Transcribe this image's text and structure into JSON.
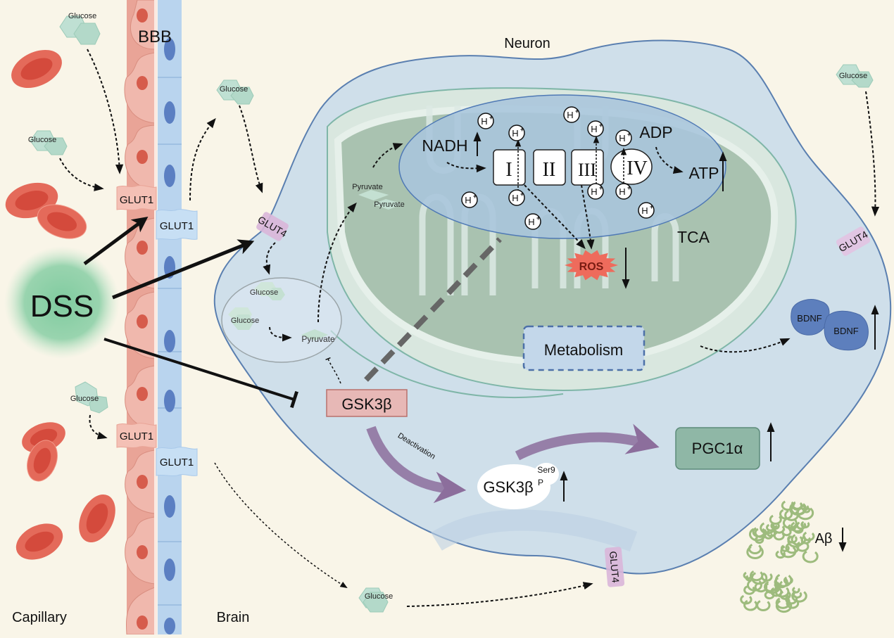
{
  "regions": {
    "bbb": "BBB",
    "neuron": "Neuron",
    "capillary": "Capillary",
    "brain": "Brain"
  },
  "drug": {
    "label": "DSS"
  },
  "molecules": {
    "glucose": "Glucose",
    "pyruvate": "Pyruvate"
  },
  "transporters": {
    "glut1": "GLUT1",
    "glut4": "GLUT4"
  },
  "mitochondria": {
    "nadh": "NADH",
    "adp": "ADP",
    "atp": "ATP",
    "tca": "TCA",
    "ros": "ROS",
    "proton": "H",
    "proton_charge": "+",
    "complexes": [
      "I",
      "II",
      "III",
      "IV"
    ]
  },
  "signaling": {
    "gsk3b": "GSK3β",
    "gsk3b_phospho": "GSK3β",
    "ser9": "Ser9",
    "phospho": "P",
    "deactivation": "Deactivation",
    "pgc1a": "PGC1α",
    "metabolism": "Metabolism",
    "bdnf": "BDNF",
    "abeta": "Aβ"
  },
  "colors": {
    "background": "#f9f5e8",
    "neuron_fill": "#cfdfea",
    "neuron_stroke": "#5a7fb0",
    "mito_outer": "#d9e7df",
    "mito_inner": "#a9c2b0",
    "matrix_fill": "#a9c5dc",
    "endothelial": "#e9a497",
    "astro": "#b9d4ee",
    "rbc": "#e46a5a",
    "dss_glow": "#7fcb9f",
    "gsk3b_box": "#e7b8b6",
    "pgc1a_box": "#8fb7a6",
    "bdnf": "#5d7fbd",
    "abeta": "#9dbb7d",
    "ros": "#ee6b5c",
    "arrow_purple": "#8c6e9c",
    "glut4": "#d9b6d9",
    "glucose": "#bfe0d3"
  }
}
